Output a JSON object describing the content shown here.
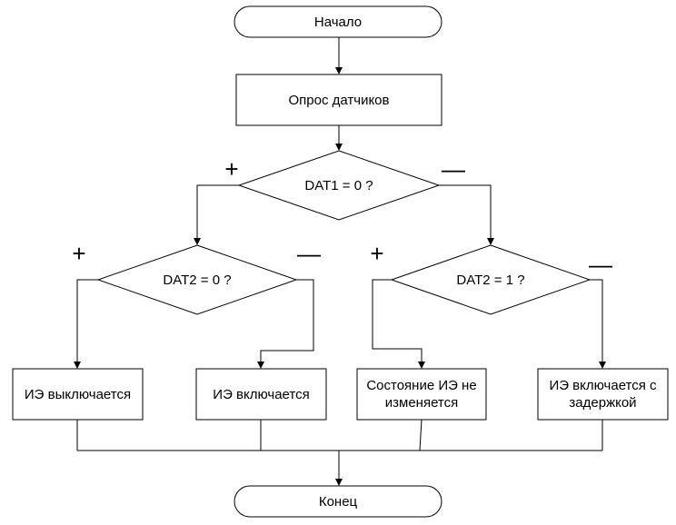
{
  "flowchart": {
    "start": "Начало",
    "poll": "Опрос датчиков",
    "decision1": "DAT1 = 0 ?",
    "decision2_left": "DAT2 = 0 ?",
    "decision2_right": "DAT2 = 1 ?",
    "outcomes": {
      "off": "ИЭ выключается",
      "on": "ИЭ включается",
      "unchanged_line1": "Состояние ИЭ не",
      "unchanged_line2": "изменяется",
      "delayed_line1": "ИЭ включается с",
      "delayed_line2": "задержкой"
    },
    "end": "Конец",
    "yes_sign": "+",
    "no_sign": "—"
  },
  "colors": {
    "stroke": "#000000",
    "background": "#ffffff"
  }
}
